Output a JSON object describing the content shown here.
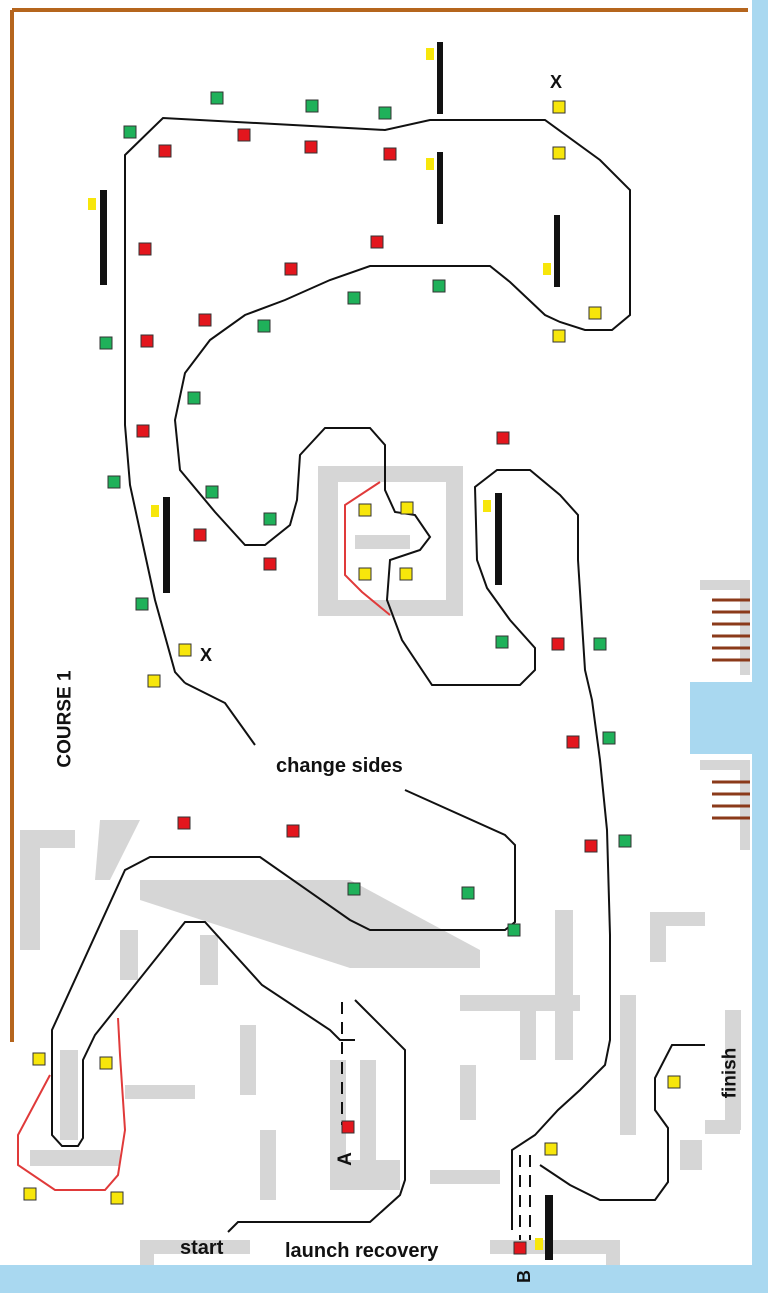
{
  "labels": {
    "course": "COURSE 1",
    "change_sides": "change sides",
    "start": "start",
    "launch_recovery": "launch recovery",
    "finish": "finish",
    "point_a": "A",
    "point_b": "B",
    "mark_x": "X"
  },
  "colors": {
    "green_marker": "#1fb15a",
    "red_marker": "#e3161d",
    "yellow_marker": "#f7e60b",
    "course_line": "#111111",
    "alt_route_line": "#e03a3a",
    "boundary": "#b5651d",
    "water": "#a9d8f0",
    "pad": "#d3d3d3"
  }
}
